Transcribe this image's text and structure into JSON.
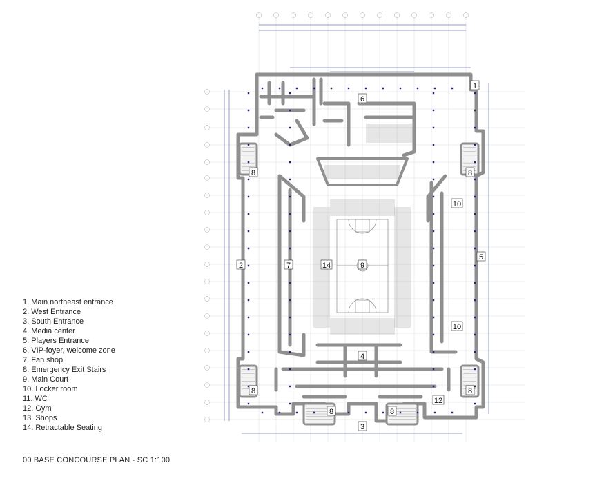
{
  "legend": [
    "1. Main northeast entrance",
    "2. West Entrance",
    "3. South Entrance",
    "4. Media center",
    "5. Players Entrance",
    "6. VIP-foyer, welcome zone",
    "7. Fan shop",
    "8. Emergency Exit Stairs",
    "9. Main Court",
    "10. Locker room",
    "11. WC",
    "12. Gym",
    "13. Shops",
    "14. Retractable Seating"
  ],
  "caption": "00 BASE CONCOURSE PLAN - SC 1:100",
  "room_labels": [
    "1",
    "2",
    "3",
    "4",
    "5",
    "6",
    "7",
    "8",
    "8",
    "8",
    "8",
    "8",
    "8",
    "9",
    "10",
    "10",
    "12",
    "14"
  ],
  "colors": {
    "wall": "#9a9a9a",
    "wall_dark": "#6f6f6f",
    "grid": "#b9b9b9",
    "dimension": "#2a3a8c",
    "column": "#1a237e",
    "court_line": "#8a8a8a"
  }
}
